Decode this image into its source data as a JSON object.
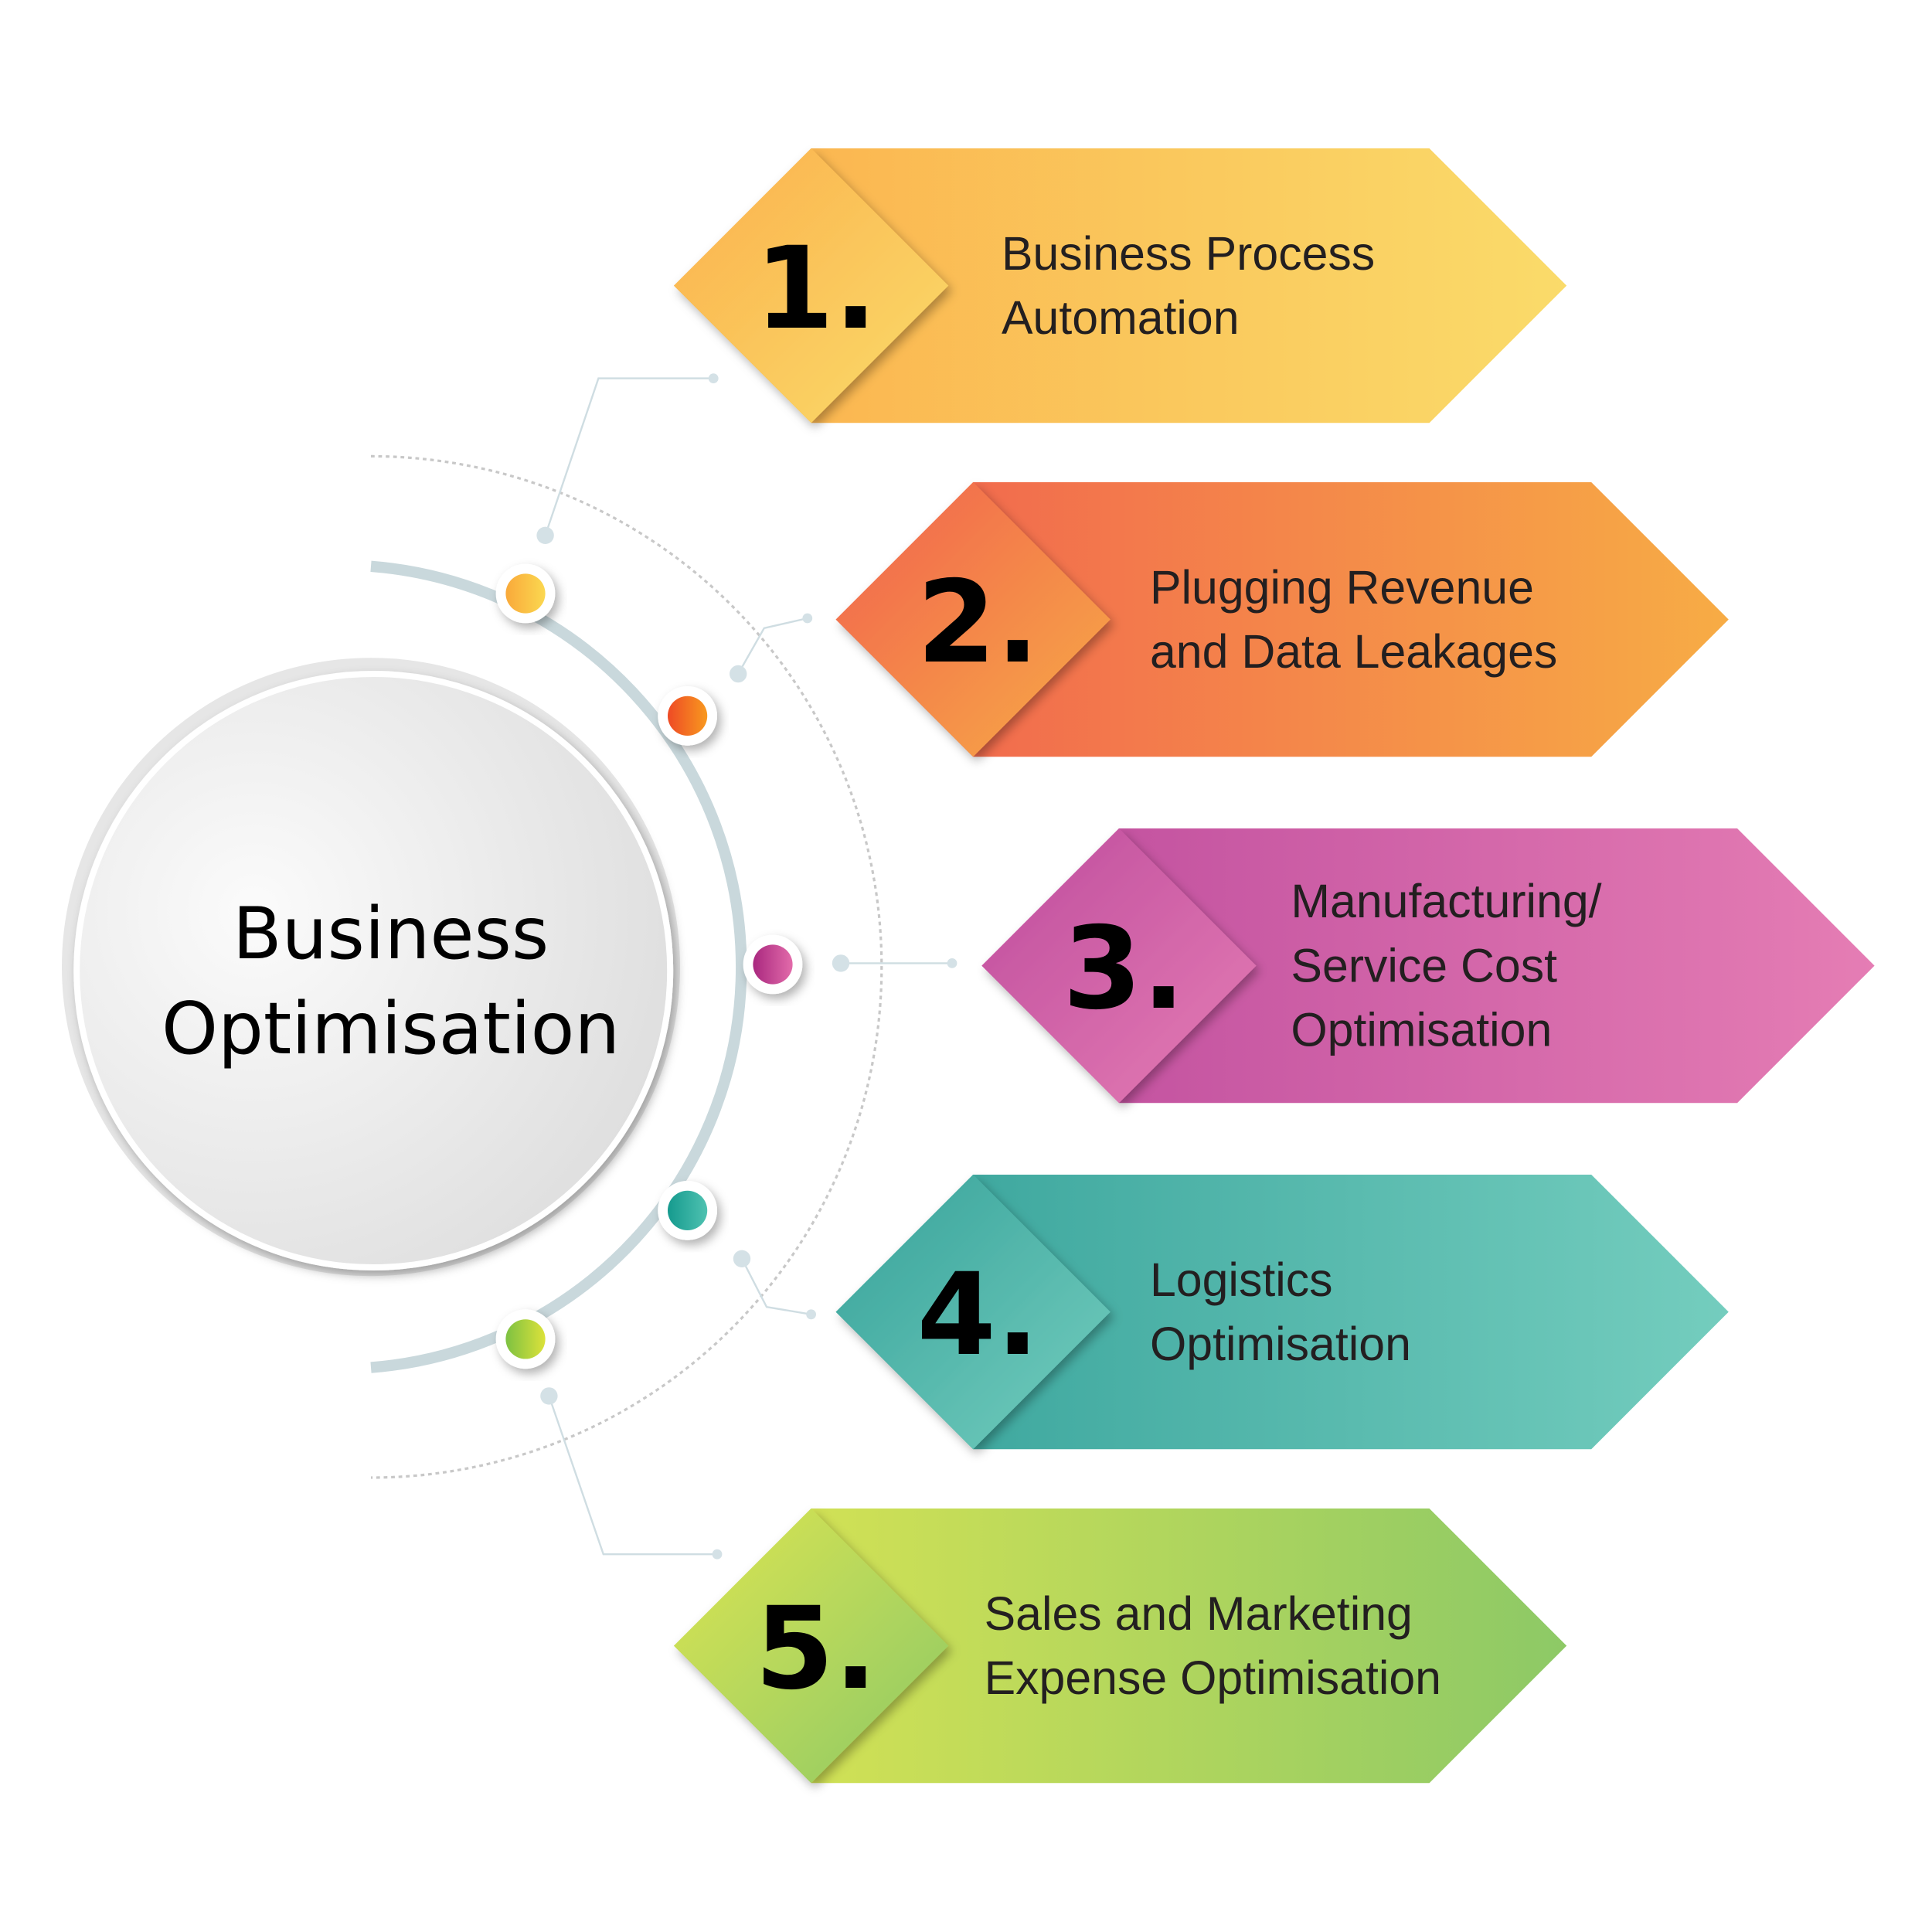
{
  "center": {
    "line1": "Business",
    "line2": "Optimisation"
  },
  "items": [
    {
      "number": "1.",
      "lines": [
        "Business Process",
        "Automation"
      ],
      "colors": [
        "#FBB04C",
        "#FADB6A"
      ],
      "dot": [
        "#F9A93A",
        "#FBD850"
      ]
    },
    {
      "number": "2.",
      "lines": [
        "Plugging Revenue",
        "and Data Leakages"
      ],
      "colors": [
        "#F1604F",
        "#F7AC45"
      ],
      "dot": [
        "#EE4A25",
        "#F8991F"
      ]
    },
    {
      "number": "3.",
      "lines": [
        "Manufacturing/",
        "Service Cost",
        "Optimisation"
      ],
      "colors": [
        "#BE4C9D",
        "#E57DB4"
      ],
      "dot": [
        "#A9287F",
        "#E26BAA"
      ]
    },
    {
      "number": "4.",
      "lines": [
        "Logistics",
        "Optimisation"
      ],
      "colors": [
        "#36A29A",
        "#74CDBE"
      ],
      "dot": [
        "#159A8E",
        "#4FC2B1"
      ]
    },
    {
      "number": "5.",
      "lines": [
        "Sales and Marketing",
        "Expense Optimisation"
      ],
      "colors": [
        "#DDE552",
        "#8DC966"
      ],
      "dot": [
        "#7DC142",
        "#DCE23A"
      ]
    }
  ]
}
